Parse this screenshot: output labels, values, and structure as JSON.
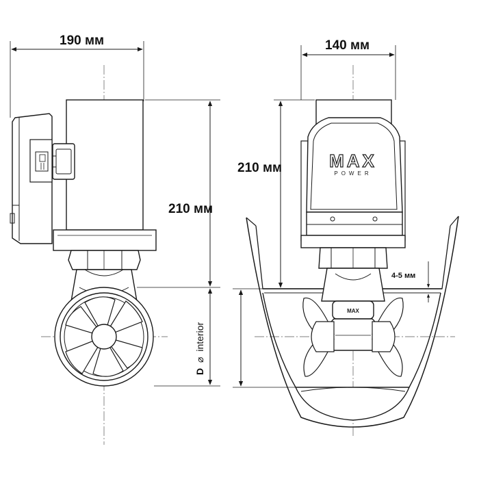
{
  "dimensions": {
    "width_side": "190 мм",
    "width_front": "140 мм",
    "height_side": "210 мм",
    "height_front": "210 мм",
    "hull_wall": "4-5 мм",
    "tunnel_letter": "D",
    "tunnel_symbol": "⌀",
    "tunnel_note": "interior"
  },
  "brand": {
    "logo_main": "MAX",
    "logo_sub": "POWER"
  },
  "colors": {
    "line": "#1a1a1a",
    "centerline": "#555555",
    "background": "#ffffff"
  }
}
